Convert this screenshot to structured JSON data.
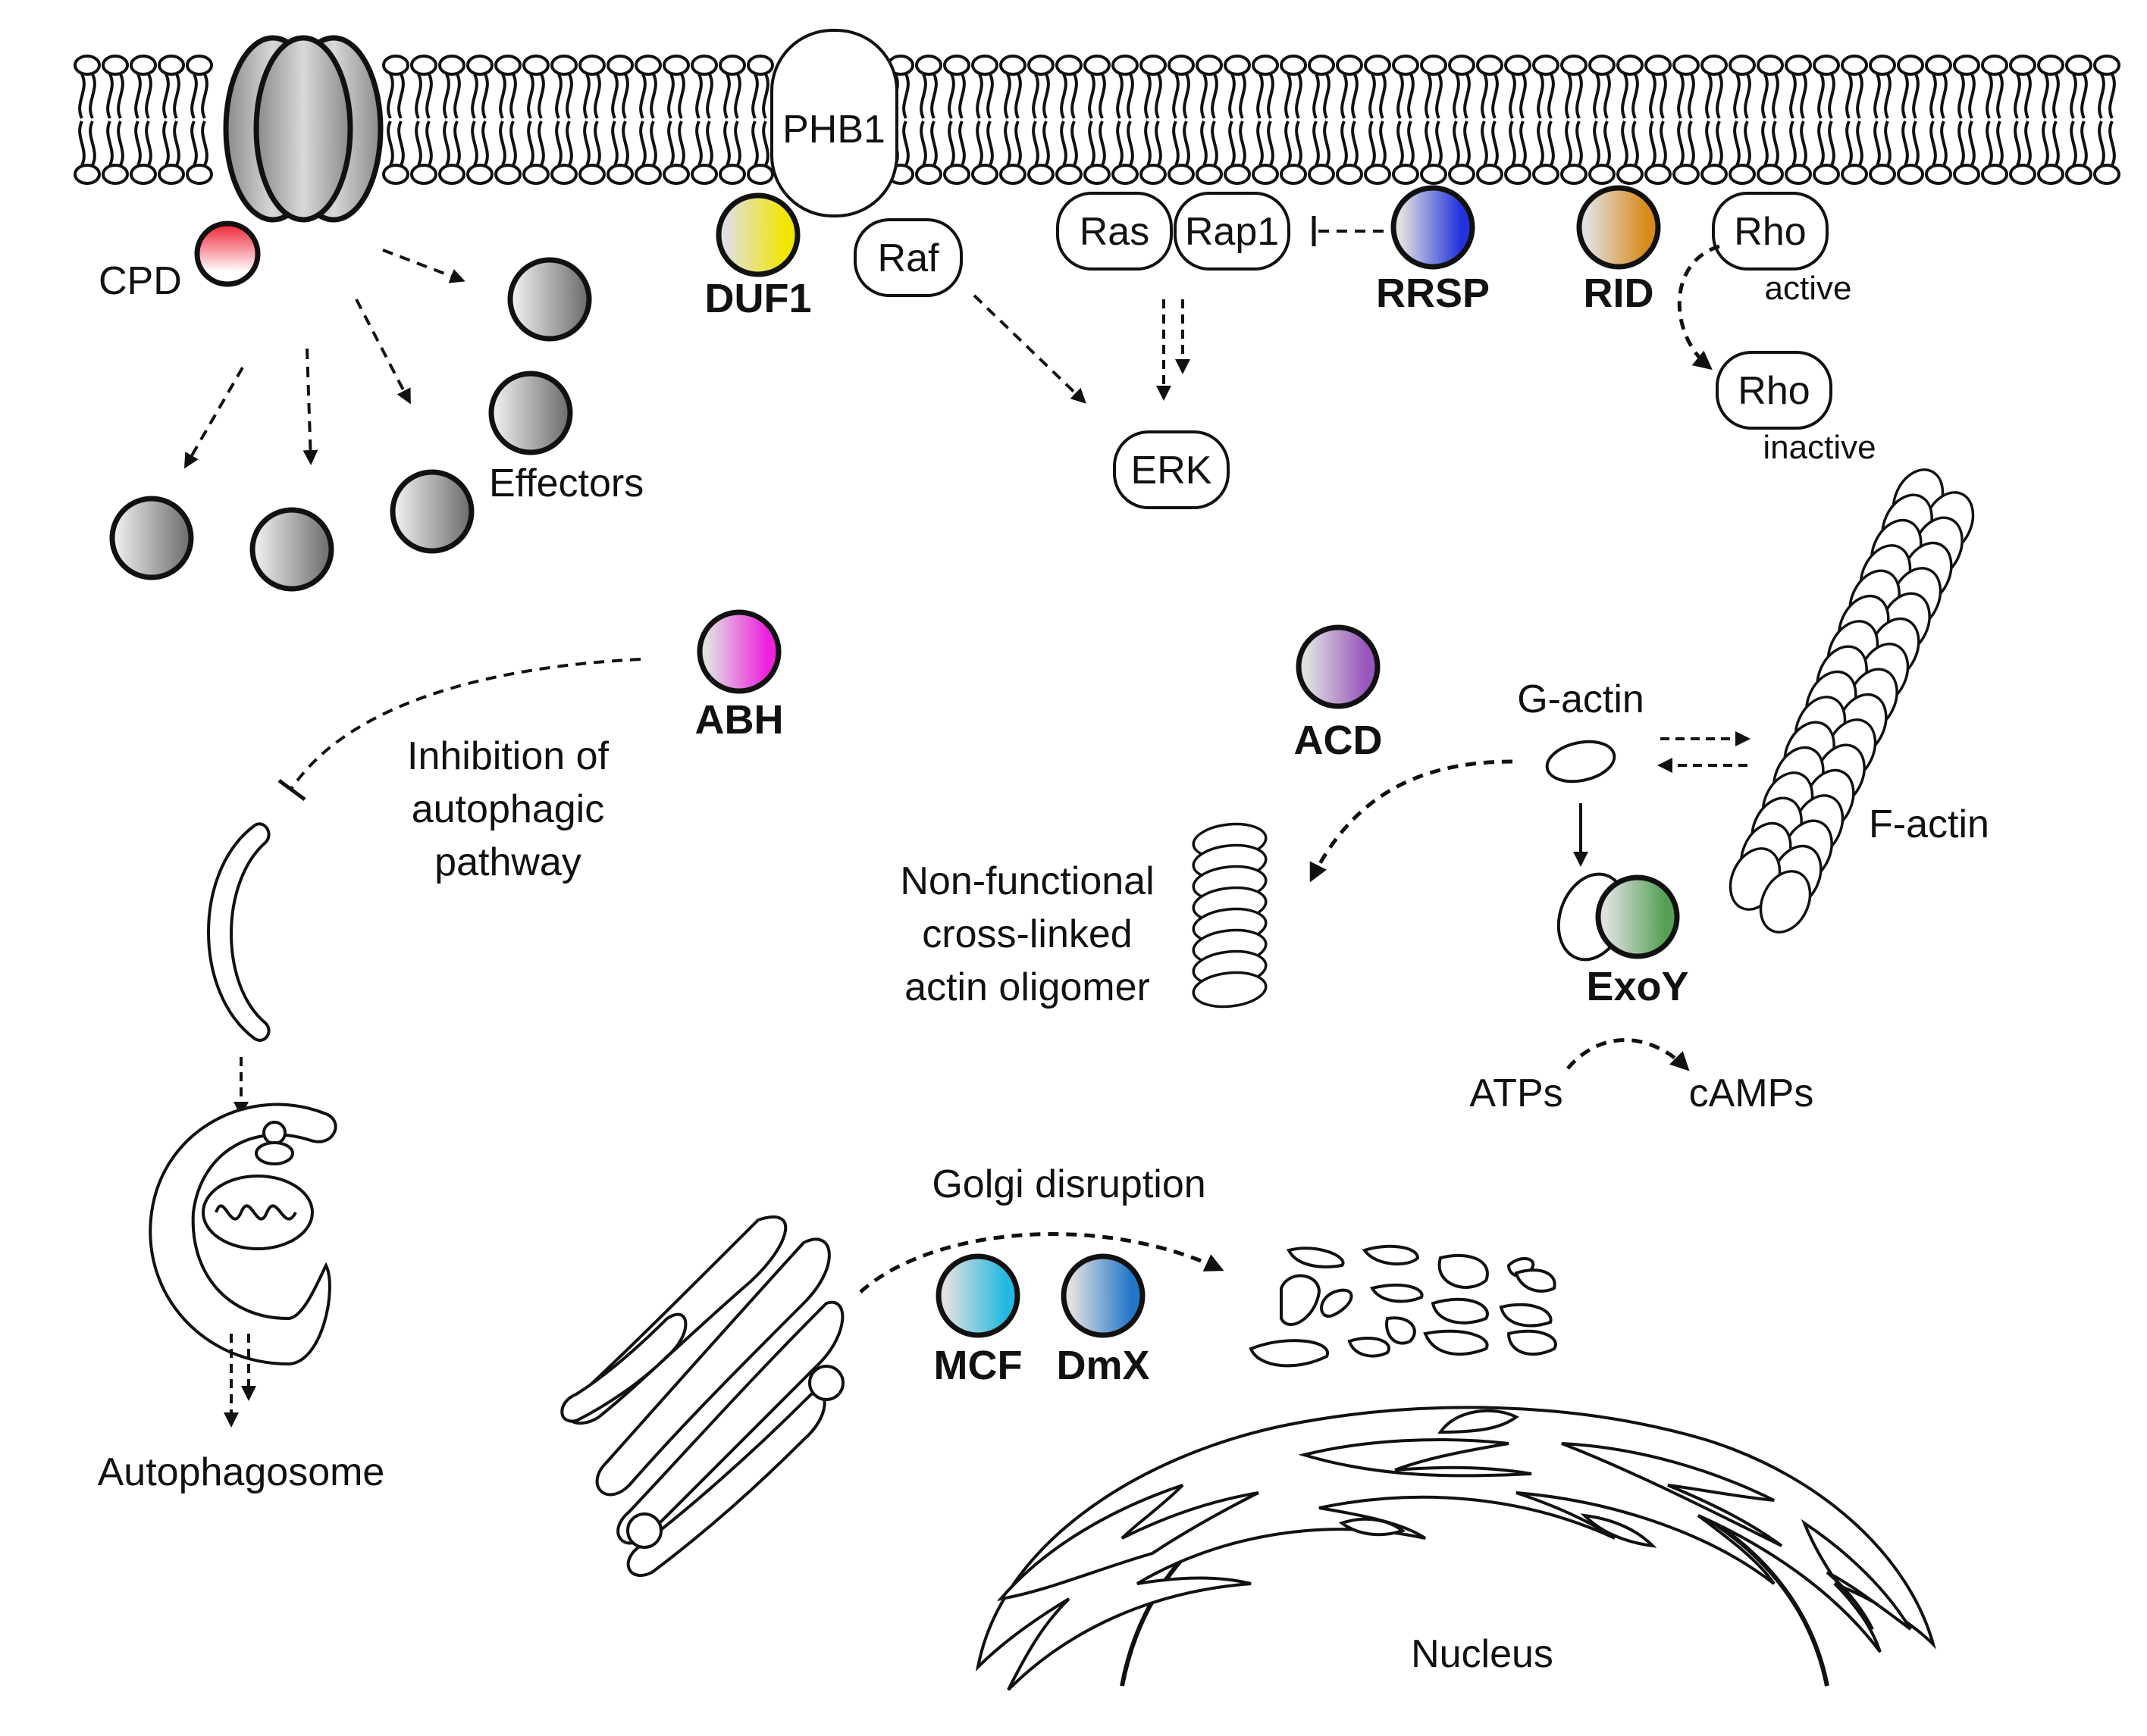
{
  "membrane": {
    "phb1": "PHB1"
  },
  "mcf_toxin": {
    "cpd": "CPD",
    "effectors": "Effectors"
  },
  "signaling": {
    "raf": "Raf",
    "ras": "Ras",
    "rap1": "Rap1",
    "erk": "ERK",
    "rho_active": "Rho",
    "rho_active_state": "active",
    "rho_inactive": "Rho",
    "rho_inactive_state": "inactive"
  },
  "domains": {
    "duf1": {
      "label": "DUF1",
      "color": "#f2e600"
    },
    "rrsp": {
      "label": "RRSP",
      "color": "#2233dd"
    },
    "rid": {
      "label": "RID",
      "color": "#d98a1a"
    },
    "abh": {
      "label": "ABH",
      "color": "#ee22dd"
    },
    "acd": {
      "label": "ACD",
      "color": "#9955bb"
    },
    "exoy": {
      "label": "ExoY",
      "color": "#55a055"
    },
    "mcf": {
      "label": "MCF",
      "color": "#22b8e0"
    },
    "dmx": {
      "label": "DmX",
      "color": "#2277c8"
    },
    "cpd_color": "#ee2233"
  },
  "actin": {
    "g_actin": "G-actin",
    "f_actin": "F-actin",
    "oligomer": [
      "Non-functional",
      "cross-linked",
      "actin oligomer"
    ],
    "atps": "ATPs",
    "camps": "cAMPs"
  },
  "autophagy": {
    "inhibition": [
      "Inhibition of",
      "autophagic",
      "pathway"
    ],
    "autophagosome": "Autophagosome"
  },
  "golgi": {
    "label": "Golgi disruption"
  },
  "nucleus": {
    "label": "Nucleus"
  }
}
